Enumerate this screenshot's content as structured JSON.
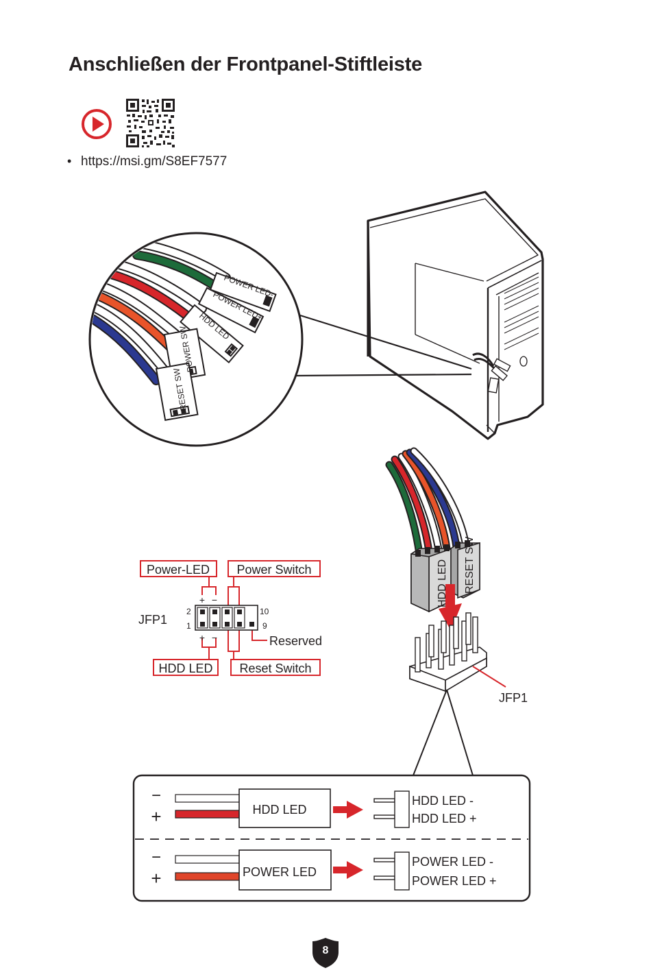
{
  "page": {
    "title": "Anschließen der Frontpanel-Stiftleiste",
    "link_bullet": "•",
    "link_url": "https://msi.gm/S8EF7577",
    "page_number": "8"
  },
  "colors": {
    "accent_red": "#d7262b",
    "wire_green": "#1d6b3a",
    "wire_red": "#d7262b",
    "wire_orange": "#e8542a",
    "wire_blue": "#2b3990",
    "connector_gray": "#b8b8b8"
  },
  "zoom_connectors": {
    "labels": [
      "POWER LED-",
      "POWER LED+",
      "HDD LED",
      "POWER SW",
      "RESET SW"
    ]
  },
  "jfp1_diagram": {
    "header_name": "JFP1",
    "power_led_label": "Power-LED",
    "power_switch_label": "Power Switch",
    "hdd_led_label": "HDD LED",
    "reset_switch_label": "Reset Switch",
    "reserved_label": "Reserved",
    "pin_2": "2",
    "pin_1": "1",
    "pin_10": "10",
    "pin_9": "9",
    "plus": "+",
    "minus": "−"
  },
  "header_3d": {
    "plug_left": "HDD LED",
    "plug_right": "RESET SW",
    "header_name": "JFP1"
  },
  "polarity_box": {
    "minus_sign": "−",
    "plus_sign": "+",
    "hdd_plug_label": "HDD LED",
    "hdd_pin_minus": "HDD LED -",
    "hdd_pin_plus": "HDD LED +",
    "power_plug_label": "POWER LED",
    "power_pin_minus": "POWER LED -",
    "power_pin_plus": "POWER LED +"
  }
}
